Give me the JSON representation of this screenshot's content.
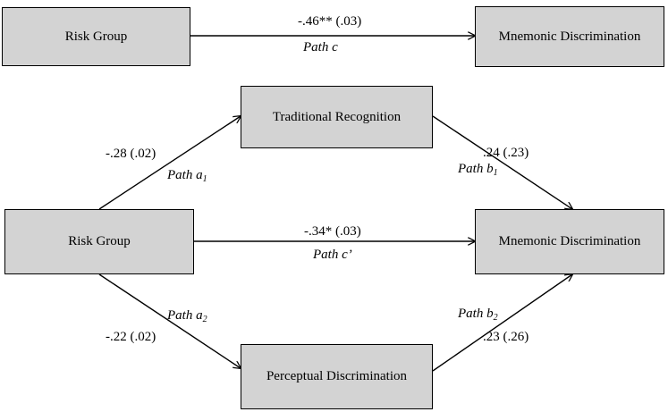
{
  "diagram": {
    "top": {
      "risk_group": "Risk Group",
      "mnemonic": "Mnemonic Discrimination",
      "path_c_value": "-.46** (.03)",
      "path_c_label": "Path c"
    },
    "bottom": {
      "risk_group": "Risk Group",
      "mnemonic": "Mnemonic Discrimination",
      "traditional": "Traditional Recognition",
      "perceptual": "Perceptual Discrimination",
      "a1_value": "-.28 (.02)",
      "a1_label": "Path a",
      "a1_sub": "1",
      "b1_value": ".24 (.23)",
      "b1_label": "Path b",
      "b1_sub": "1",
      "cp_value": "-.34* (.03)",
      "cp_label": "Path c’",
      "a2_value": "-.22 (.02)",
      "a2_label": "Path a",
      "a2_sub": "2",
      "b2_value": ".23 (.26)",
      "b2_label": "Path b",
      "b2_sub": "2"
    }
  }
}
